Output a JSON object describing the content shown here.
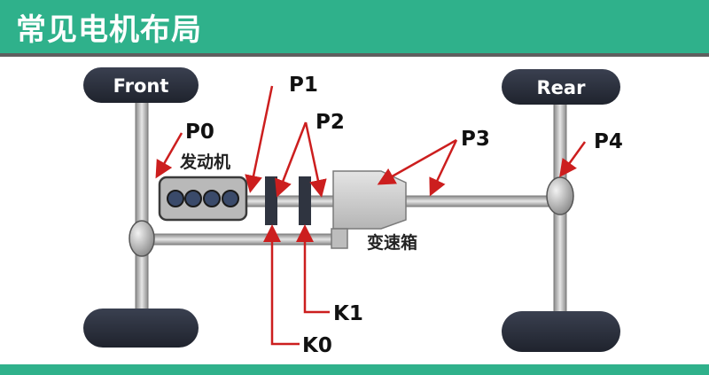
{
  "header": {
    "title": "常见电机布局"
  },
  "wheels": {
    "front": "Front",
    "rear": "Rear"
  },
  "components": {
    "engine": "发动机",
    "gearbox": "变速箱"
  },
  "positions": {
    "p0": "P0",
    "p1": "P1",
    "p2": "P2",
    "p3": "P3",
    "p4": "P4"
  },
  "clutches": {
    "k0": "K0",
    "k1": "K1"
  },
  "colors": {
    "header": "#2fb18b",
    "arrow": "#cc1e1e",
    "dark": "#2b2f3c",
    "metal": "#9a9a9a"
  }
}
